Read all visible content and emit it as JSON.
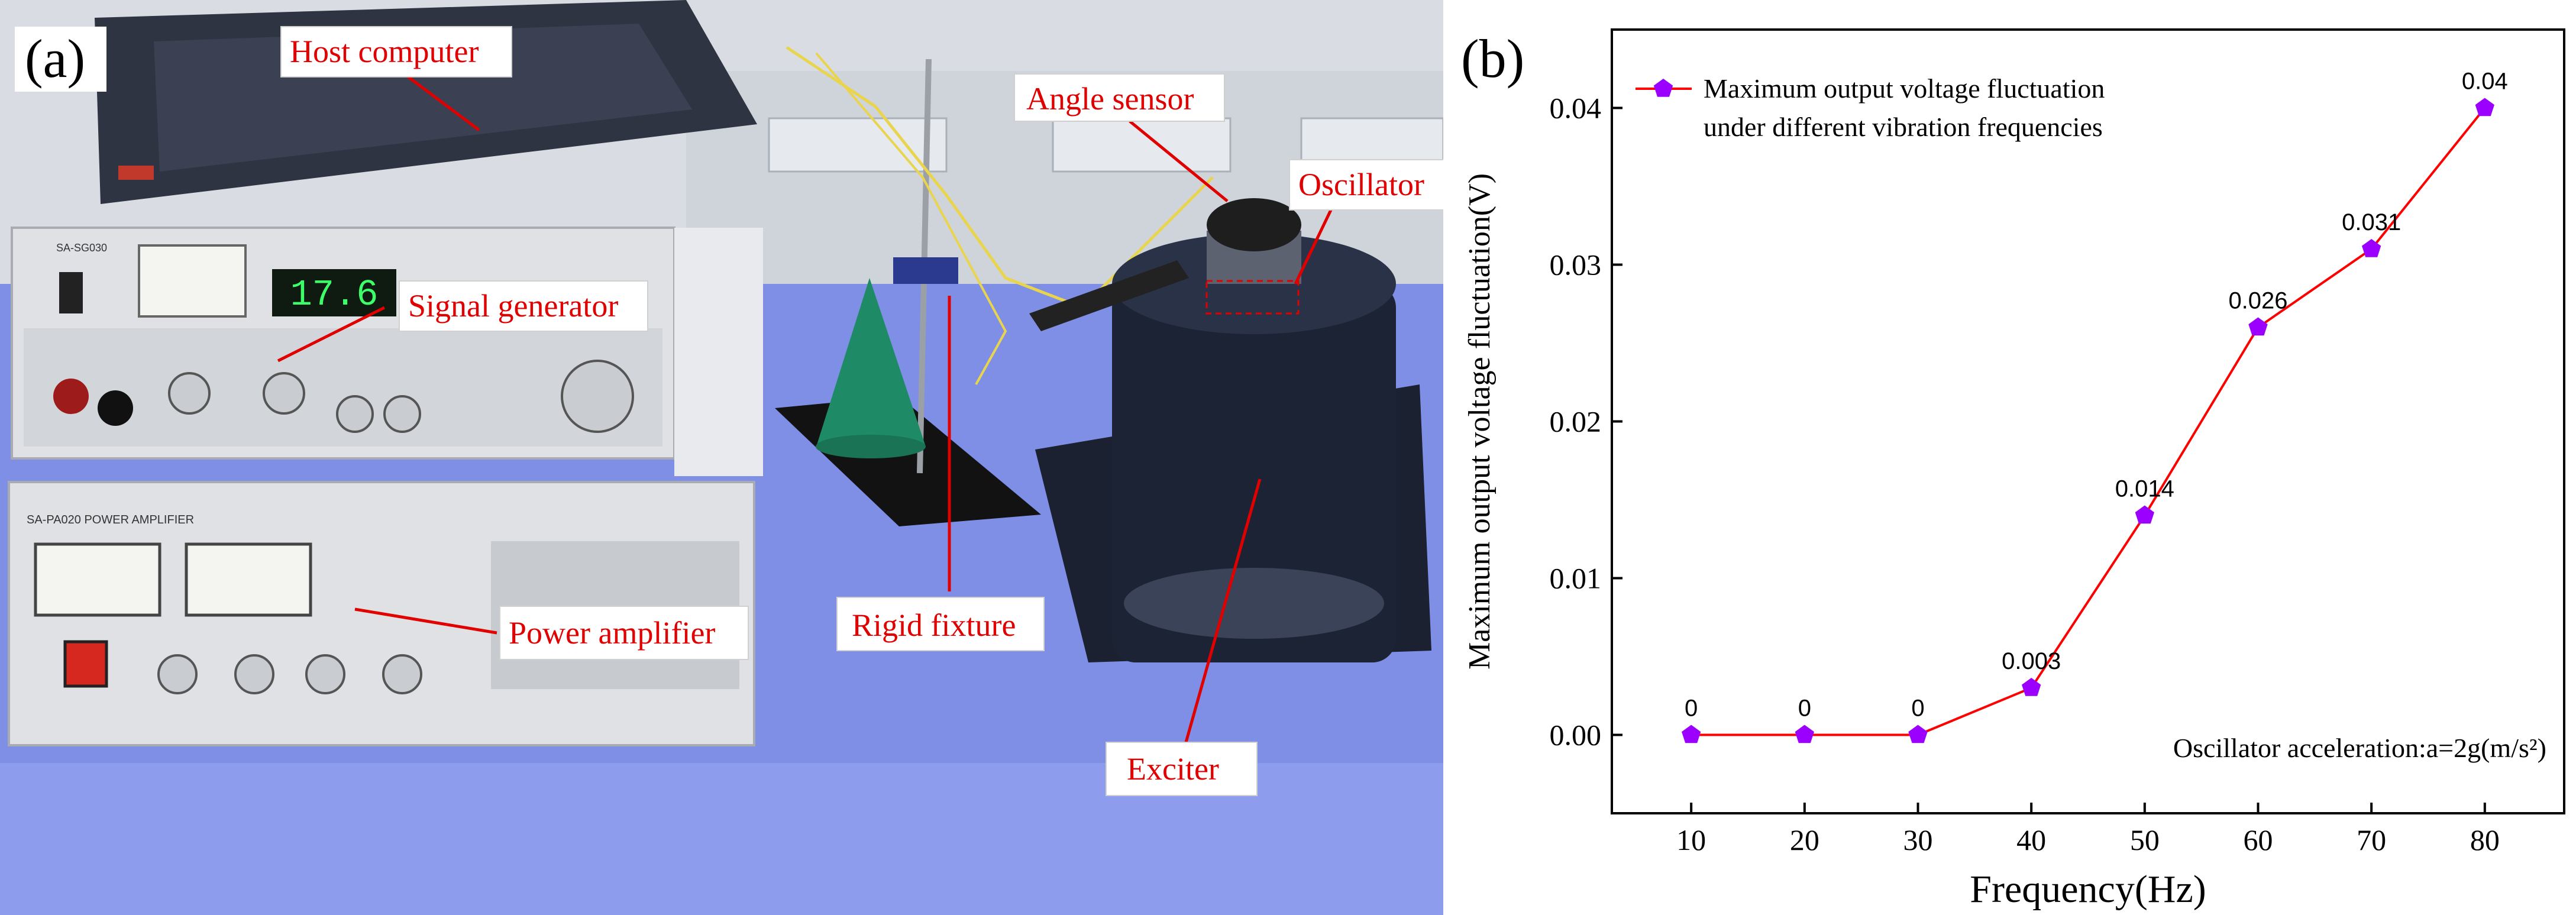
{
  "panel_a": {
    "letter": "(a)",
    "colors": {
      "floor": "#7f8fe6",
      "wall": "#d9dde3",
      "device": "#dfe1e4",
      "cone": "#1f8a66",
      "exciter": "#1c2334",
      "callout_text": "#e00000"
    },
    "labels": {
      "host_computer": "Host computer",
      "angle_sensor": "Angle sensor",
      "oscillator": "Oscillator",
      "signal_generator": "Signal generator",
      "power_amplifier": "Power amplifier",
      "rigid_fixture": "Rigid fixture",
      "exciter": "Exciter"
    },
    "device_text": {
      "display": "17.6",
      "amplifier_model": "SA-PA020 POWER AMPLIFIER",
      "generator_model": "SA-SG030"
    }
  },
  "chart_data": {
    "type": "line",
    "panel_letter": "(b)",
    "x": [
      10,
      20,
      30,
      40,
      50,
      60,
      70,
      80
    ],
    "series": [
      {
        "name": "Maximum output voltage fluctuation under different vibration frequencies",
        "name_lines": [
          "Maximum output voltage fluctuation",
          "under different vibration frequencies"
        ],
        "values": [
          0,
          0,
          0,
          0.003,
          0.014,
          0.026,
          0.031,
          0.04
        ],
        "data_labels": [
          "0",
          "0",
          "0",
          "0.003",
          "0.014",
          "0.026",
          "0.031",
          "0.04"
        ],
        "line_color": "#ff0000",
        "marker_color": "#9b00ff",
        "marker": "pentagon"
      }
    ],
    "xlabel": "Frequency(Hz)",
    "ylabel": "Maximum output voltage fluctuation(V)",
    "xlim": [
      3,
      87
    ],
    "ylim": [
      -0.005,
      0.045
    ],
    "xticks": [
      10,
      20,
      30,
      40,
      50,
      60,
      70,
      80
    ],
    "yticks": [
      0,
      0.01,
      0.02,
      0.03,
      0.04
    ],
    "ytick_labels": [
      "0.00",
      "0.01",
      "0.02",
      "0.03",
      "0.04"
    ],
    "annotation": "Oscillator acceleration:a=2g(m/s²)",
    "legend_position": "top-left",
    "grid": false
  }
}
